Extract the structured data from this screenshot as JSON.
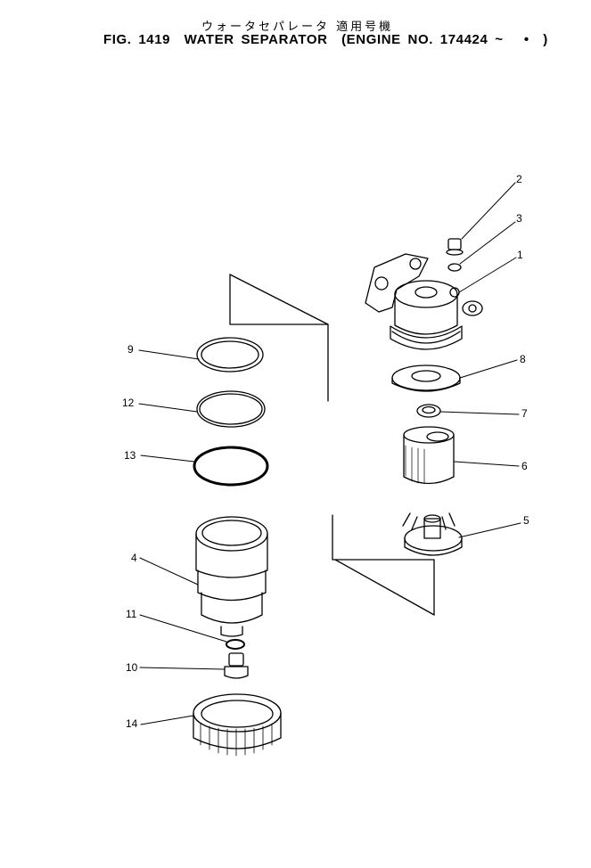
{
  "header": {
    "title_jp": "ウォータセパレータ 適用号機",
    "title_en": "FIG. 1419  WATER SEPARATOR  (ENGINE NO. 174424 ~   •  )"
  },
  "callouts": [
    {
      "id": "callout-1",
      "label": "1"
    },
    {
      "id": "callout-2",
      "label": "2"
    },
    {
      "id": "callout-3",
      "label": "3"
    },
    {
      "id": "callout-4",
      "label": "4"
    },
    {
      "id": "callout-5",
      "label": "5"
    },
    {
      "id": "callout-6",
      "label": "6"
    },
    {
      "id": "callout-7",
      "label": "7"
    },
    {
      "id": "callout-8",
      "label": "8"
    },
    {
      "id": "callout-9",
      "label": "9"
    },
    {
      "id": "callout-10",
      "label": "10"
    },
    {
      "id": "callout-11",
      "label": "11"
    },
    {
      "id": "callout-12",
      "label": "12"
    },
    {
      "id": "callout-13",
      "label": "13"
    },
    {
      "id": "callout-14",
      "label": "14"
    }
  ]
}
